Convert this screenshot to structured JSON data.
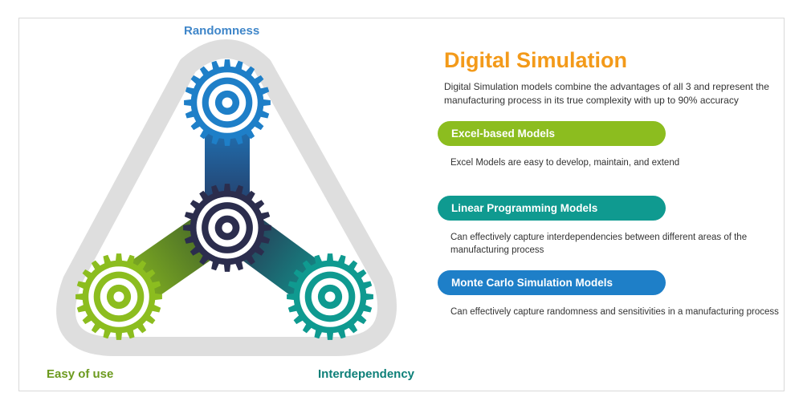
{
  "corners": {
    "top": "Randomness",
    "left": "Easy of use",
    "right": "Interdependency"
  },
  "title": "Digital Simulation",
  "subtitle": "Digital Simulation models combine the advantages of all 3 and represent the manufacturing process in its true complexity with up to 90% accuracy",
  "models": [
    {
      "label": "Excel-based Models",
      "description": "Excel Models are easy to develop, maintain, and extend",
      "color": "#8cbd1f"
    },
    {
      "label": "Linear Programming Models",
      "description": "Can effectively capture interdependencies between different areas of the manufacturing process",
      "color": "#0f9a90"
    },
    {
      "label": "Monte Carlo Simulation Models",
      "description": "Can effectively capture randomness and sensitivities in a manufacturing process",
      "color": "#1e7fc8"
    }
  ],
  "colors": {
    "title": "#f39a1a",
    "randomness": "#3f86c9",
    "ease": "#6c9a1e",
    "interdependency": "#0e8079",
    "gear_blue": "#1e7fc8",
    "gear_green": "#8cbd1f",
    "gear_teal": "#0f9a90",
    "gear_center": "#2b2d4d",
    "triangle": "#dedede"
  },
  "icons": {
    "top": "gear-icon",
    "left": "gear-icon",
    "right": "gear-icon",
    "center": "gear-icon"
  }
}
